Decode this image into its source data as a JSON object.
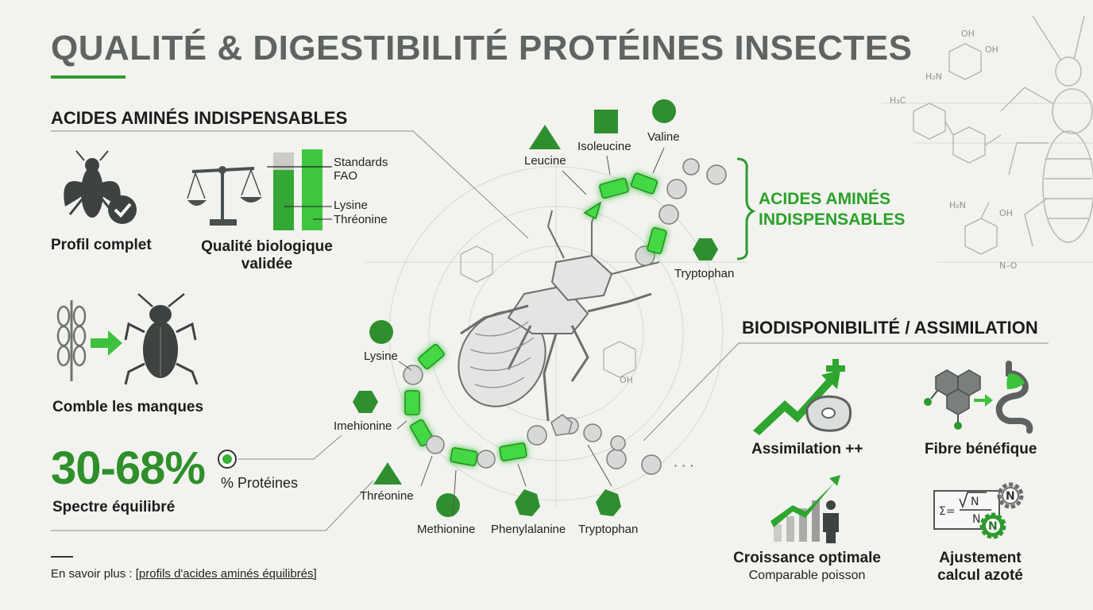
{
  "title": "QUALITÉ & DIGESTIBILITÉ PROTÉINES INSECTES",
  "left": {
    "heading": "ACIDES AMINÉS INDISPENSABLES",
    "profil_label": "Profil complet",
    "qualite_label_1": "Qualité biologique",
    "qualite_label_2": "validée",
    "bars": {
      "standards_1": "Standards",
      "standards_2": "FAO",
      "lysine": "Lysine",
      "threonine": "Thréonine"
    },
    "comble_label": "Comble les manques",
    "percent_value": "30-68%",
    "percent_label": "% Protéines",
    "spectre_label": "Spectre équilibré",
    "more_prefix": "En savoir plus : ",
    "more_link": "[profils d'acides aminés équilibrés]"
  },
  "chain": {
    "leucine": "Leucine",
    "isoleucine": "Isoleucine",
    "valine": "Valine",
    "tryptophan_top": "Tryptophan",
    "lysine": "Lysine",
    "methionine_left": "Imehionine",
    "threonine": "Thréonine",
    "methionine": "Methionine",
    "phenylalanine": "Phenylalanine",
    "tryptophan_bottom": "Tryptophan",
    "bracket_label_1": "ACIDES AMINÉS",
    "bracket_label_2": "INDISPENSABLES"
  },
  "right": {
    "heading": "BIODISPONIBILITÉ / ASSIMILATION",
    "assimilation": "Assimilation ++",
    "fibre": "Fibre bénéfique",
    "croissance": "Croissance optimale",
    "croissance_sub": "Comparable poisson",
    "ajustement_1": "Ajustement",
    "ajustement_2": "calcul azoté",
    "formula_n": "N",
    "formula_sigma": "Σ="
  },
  "colors": {
    "green": "#2e9a2e",
    "bright_green": "#3fd13f",
    "dark": "#3a3f3f",
    "title": "#5f6462"
  }
}
